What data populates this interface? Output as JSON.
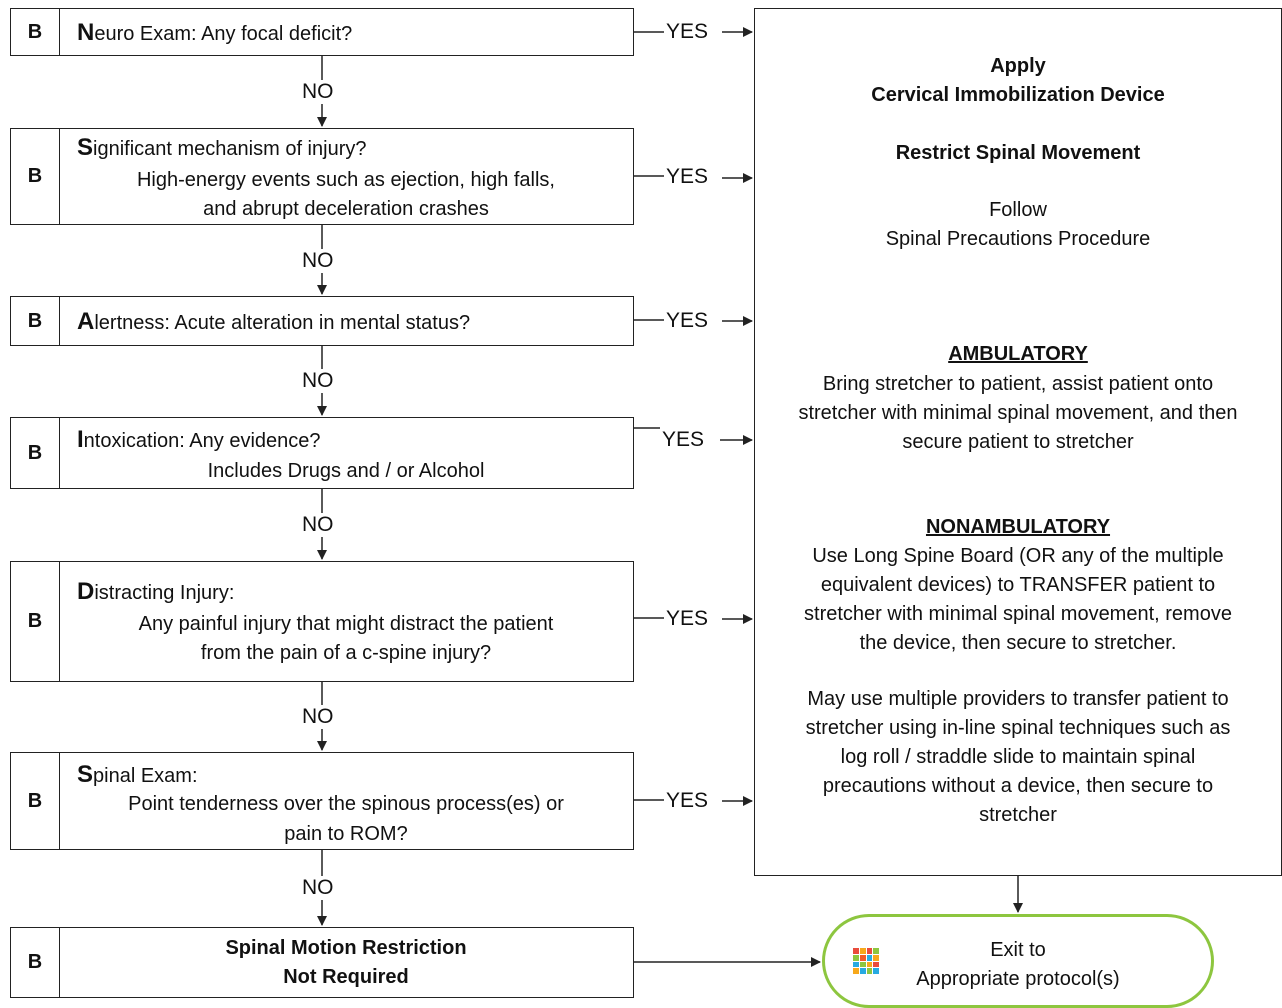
{
  "steps": [
    {
      "level": "B",
      "initial": "N",
      "rest": "euro Exam: Any focal deficit?",
      "extra": []
    },
    {
      "level": "B",
      "initial": "S",
      "rest": "ignificant mechanism of injury?",
      "extra": [
        "High-energy events such as ejection, high falls,",
        "and abrupt deceleration crashes"
      ]
    },
    {
      "level": "B",
      "initial": "A",
      "rest": "lertness: Acute alteration in mental status?",
      "extra": []
    },
    {
      "level": "B",
      "initial": "I",
      "rest": "ntoxication: Any evidence?",
      "extra": [
        "Includes Drugs and / or Alcohol"
      ]
    },
    {
      "level": "B",
      "initial": "D",
      "rest": "istracting Injury:",
      "extra": [
        "Any painful injury that might distract the patient",
        "from the pain of a c-spine injury?"
      ]
    },
    {
      "level": "B",
      "initial": "S",
      "rest": "pinal Exam:",
      "extra": [
        "Point tenderness over the spinous process(es) or",
        "pain to ROM?"
      ]
    }
  ],
  "final_step": {
    "level": "B",
    "lines": [
      "Spinal Motion Restriction",
      "Not Required"
    ]
  },
  "yes_label": "YES",
  "no_label": "NO",
  "action_box": {
    "apply": "Apply",
    "device": "Cervical Immobilization Device",
    "restrict": "Restrict Spinal Movement",
    "follow": "Follow",
    "procedure": "Spinal Precautions Procedure",
    "ambulatory_heading": "AMBULATORY",
    "ambulatory_lines": [
      "Bring stretcher to patient, assist patient onto",
      "stretcher with minimal spinal movement, and then",
      "secure patient to stretcher"
    ],
    "nonambulatory_heading": "NONAMBULATORY",
    "nonambulatory_lines": [
      "Use Long Spine Board (OR any of the multiple",
      "equivalent devices) to TRANSFER patient to",
      "stretcher with minimal spinal movement, remove",
      "the device, then secure to stretcher."
    ],
    "alt_lines": [
      "May use multiple providers to transfer patient to",
      "stretcher using in-line spinal techniques such as",
      "log roll / straddle slide to maintain spinal",
      "precautions without a device, then secure to",
      "stretcher"
    ]
  },
  "exit": {
    "line1": "Exit to",
    "line2": "Appropriate protocol(s)",
    "icon": "protocol-grid-icon"
  },
  "colors": {
    "exit_border": "#8dc63f",
    "line": "#222222"
  }
}
